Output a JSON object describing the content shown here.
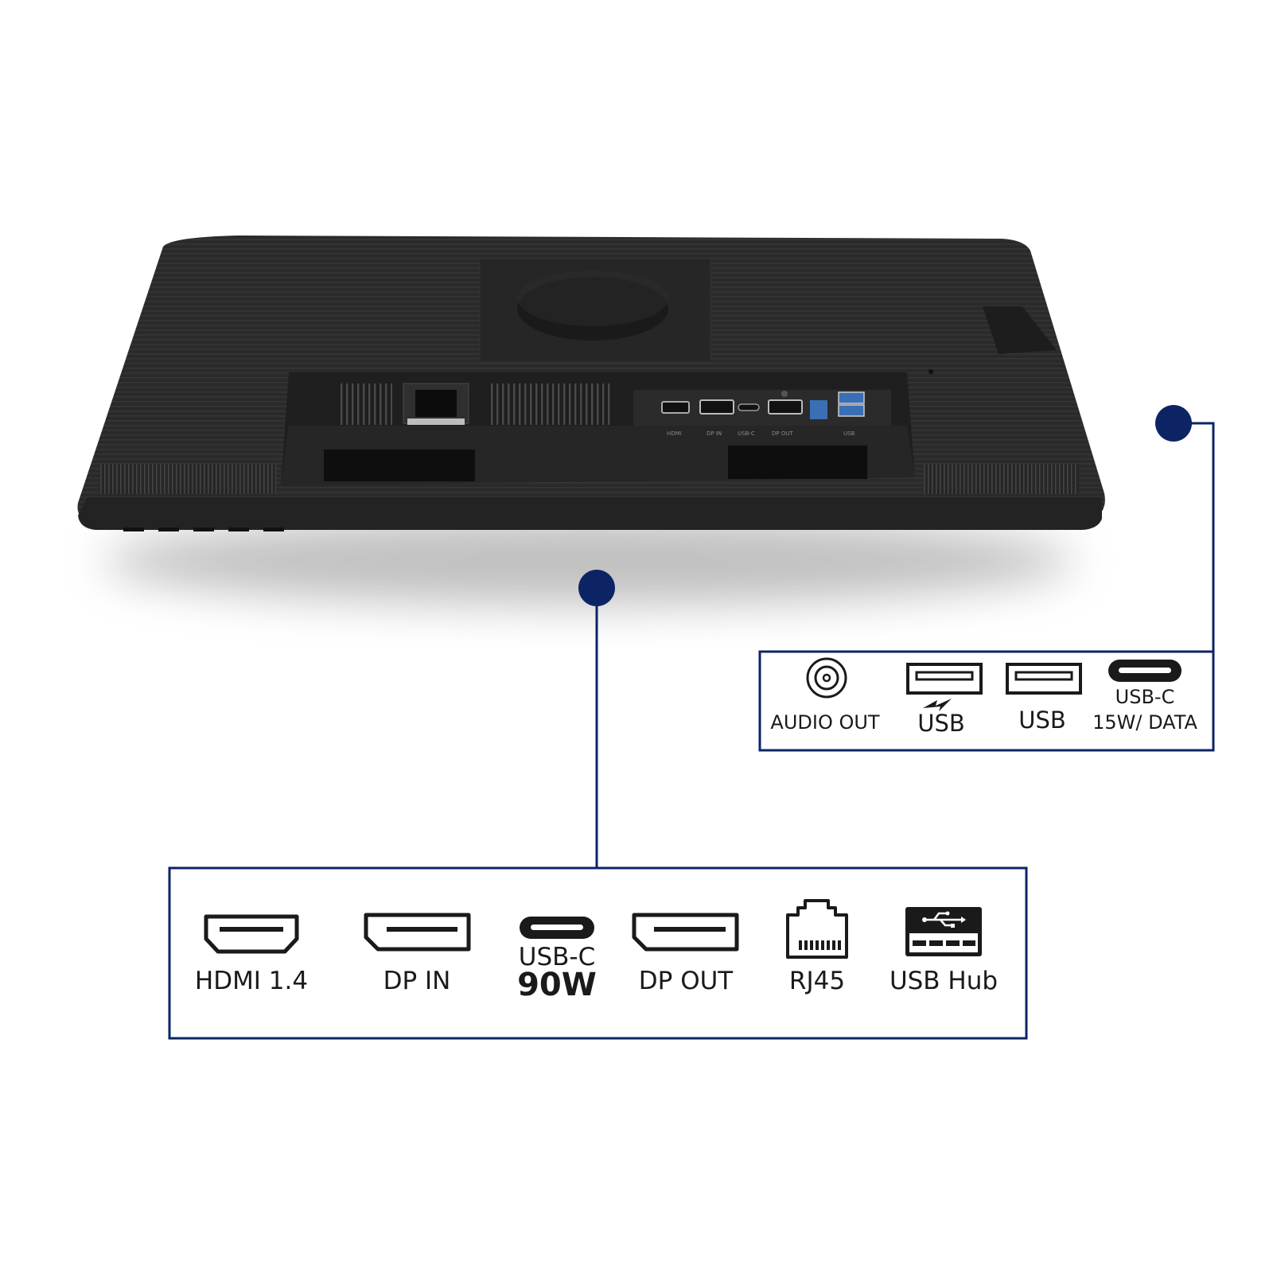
{
  "colors": {
    "accent_navy": "#0d2464",
    "monitor_body": "#2c2c2c",
    "monitor_dark": "#1b1b1b",
    "icon_stroke": "#1a1a1a"
  },
  "bottom_panel": {
    "ports": [
      {
        "icon": "hdmi-port-icon",
        "label": "HDMI 1.4"
      },
      {
        "icon": "displayport-icon",
        "label": "DP IN"
      },
      {
        "icon": "usb-c-port-icon",
        "label": "USB-C",
        "sublabel": "90W"
      },
      {
        "icon": "displayport-icon",
        "label": "DP OUT"
      },
      {
        "icon": "rj45-port-icon",
        "label": "RJ45"
      },
      {
        "icon": "usb-hub-icon",
        "label": "USB Hub"
      }
    ]
  },
  "side_panel": {
    "ports": [
      {
        "icon": "audio-jack-icon",
        "label": "AUDIO OUT"
      },
      {
        "icon": "usb-a-charging-icon",
        "label": "USB"
      },
      {
        "icon": "usb-a-port-icon",
        "label": "USB"
      },
      {
        "icon": "usb-c-port-icon",
        "label": "USB-C",
        "sublabel": "15W/ DATA"
      }
    ]
  },
  "monitor_port_labels": [
    "HDMI",
    "DP IN",
    "USB-C",
    "DP OUT",
    "USB"
  ]
}
